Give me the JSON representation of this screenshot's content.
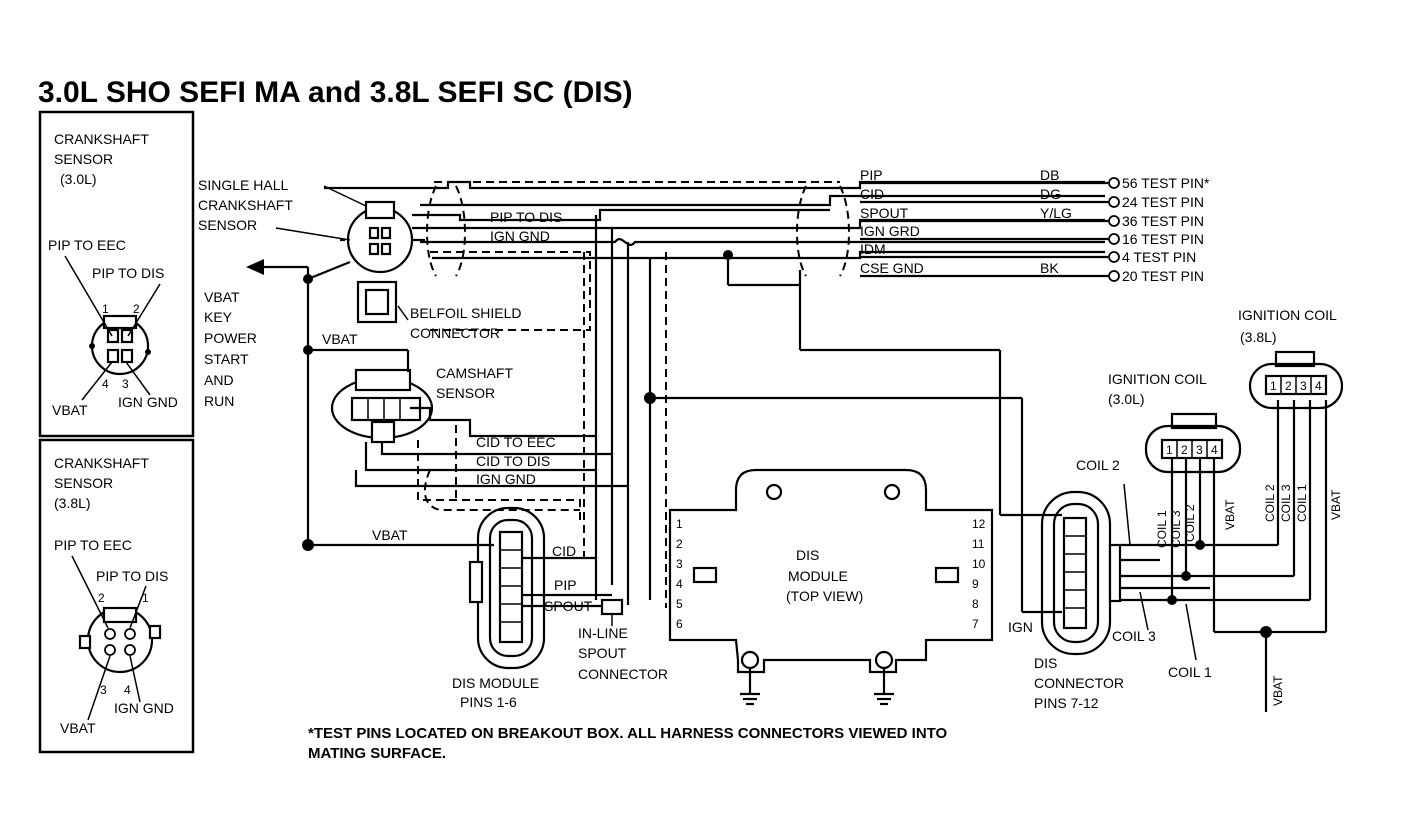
{
  "title": "3.0L SHO SEFI MA and 3.8L SEFI SC (DIS)",
  "crank30": {
    "heading": [
      "CRANKSHAFT",
      "SENSOR",
      "(3.0L)"
    ],
    "pip_eec": "PIP TO EEC",
    "pip_dis": "PIP TO DIS",
    "pin1": "1",
    "pin2": "2",
    "pin3": "3",
    "pin4": "4",
    "vbat": "VBAT",
    "ign_gnd": "IGN GND"
  },
  "crank38": {
    "heading": [
      "CRANKSHAFT",
      "SENSOR",
      "(3.8L)"
    ],
    "pip_eec": "PIP TO EEC",
    "pip_dis": "PIP TO DIS",
    "pin1": "1",
    "pin2": "2",
    "pin3": "3",
    "pin4": "4",
    "vbat": "VBAT",
    "ign_gnd": "IGN GND"
  },
  "single_hall": [
    "SINGLE HALL",
    "CRANKSHAFT",
    "SENSOR"
  ],
  "vbat_key": [
    "VBAT",
    "KEY",
    "POWER",
    "START",
    "AND",
    "RUN"
  ],
  "vbat": "VBAT",
  "belfoil": [
    "BELFOIL SHIELD",
    "CONNECTOR"
  ],
  "camshaft": [
    "CAMSHAFT",
    "SENSOR"
  ],
  "wires_top": {
    "pip_to_dis": "PIP TO DIS",
    "ign_gnd": "IGN GND"
  },
  "wires_cam": {
    "cid_eec": "CID TO EEC",
    "cid_dis": "CID TO DIS",
    "ign_gnd": "IGN GND"
  },
  "test_pins": [
    {
      "signal": "PIP",
      "color": "DB",
      "pin": "56 TEST PIN*"
    },
    {
      "signal": "CID",
      "color": "DG",
      "pin": "24 TEST PIN"
    },
    {
      "signal": "SPOUT",
      "color": "Y/LG",
      "pin": "36 TEST PIN"
    },
    {
      "signal": "IGN GRD",
      "color": "",
      "pin": "16 TEST PIN"
    },
    {
      "signal": "IDM",
      "color": "",
      "pin": "4 TEST PIN"
    },
    {
      "signal": "CSE GND",
      "color": "BK",
      "pin": "20 TEST PIN"
    }
  ],
  "dis_module_conn": {
    "cid": "CID",
    "pip": "PIP",
    "spout": "SPOUT",
    "caption": [
      "DIS MODULE",
      "PINS 1-6"
    ]
  },
  "inline_spout": [
    "IN-LINE",
    "SPOUT",
    "CONNECTOR"
  ],
  "dis_module": {
    "label": [
      "DIS",
      "MODULE",
      "(TOP VIEW)"
    ],
    "left_pins": [
      "1",
      "2",
      "3",
      "4",
      "5",
      "6"
    ],
    "right_pins": [
      "12",
      "11",
      "10",
      "9",
      "8",
      "7"
    ]
  },
  "dis_connector": {
    "ign": "IGN",
    "caption": [
      "DIS",
      "CONNECTOR",
      "PINS 7-12"
    ]
  },
  "coil_labels": {
    "coil2": "COIL 2",
    "coil3": "COIL 3",
    "coil1": "COIL 1",
    "vbat": "VBAT"
  },
  "ign_coil_30": {
    "label": [
      "IGNITION COIL",
      "(3.0L)"
    ],
    "pins": [
      "1",
      "2",
      "3",
      "4"
    ],
    "leads": [
      "COIL 1",
      "COIL 3",
      "COIL 2"
    ]
  },
  "ign_coil_38": {
    "label": [
      "IGNITION COIL",
      "(3.8L)"
    ],
    "pins": [
      "1",
      "2",
      "3",
      "4"
    ],
    "leads": [
      "COIL 2",
      "COIL 3",
      "COIL 1"
    ]
  },
  "footnote": [
    "*TEST PINS LOCATED ON BREAKOUT BOX. ALL HARNESS CONNECTORS VIEWED INTO",
    "MATING SURFACE."
  ]
}
